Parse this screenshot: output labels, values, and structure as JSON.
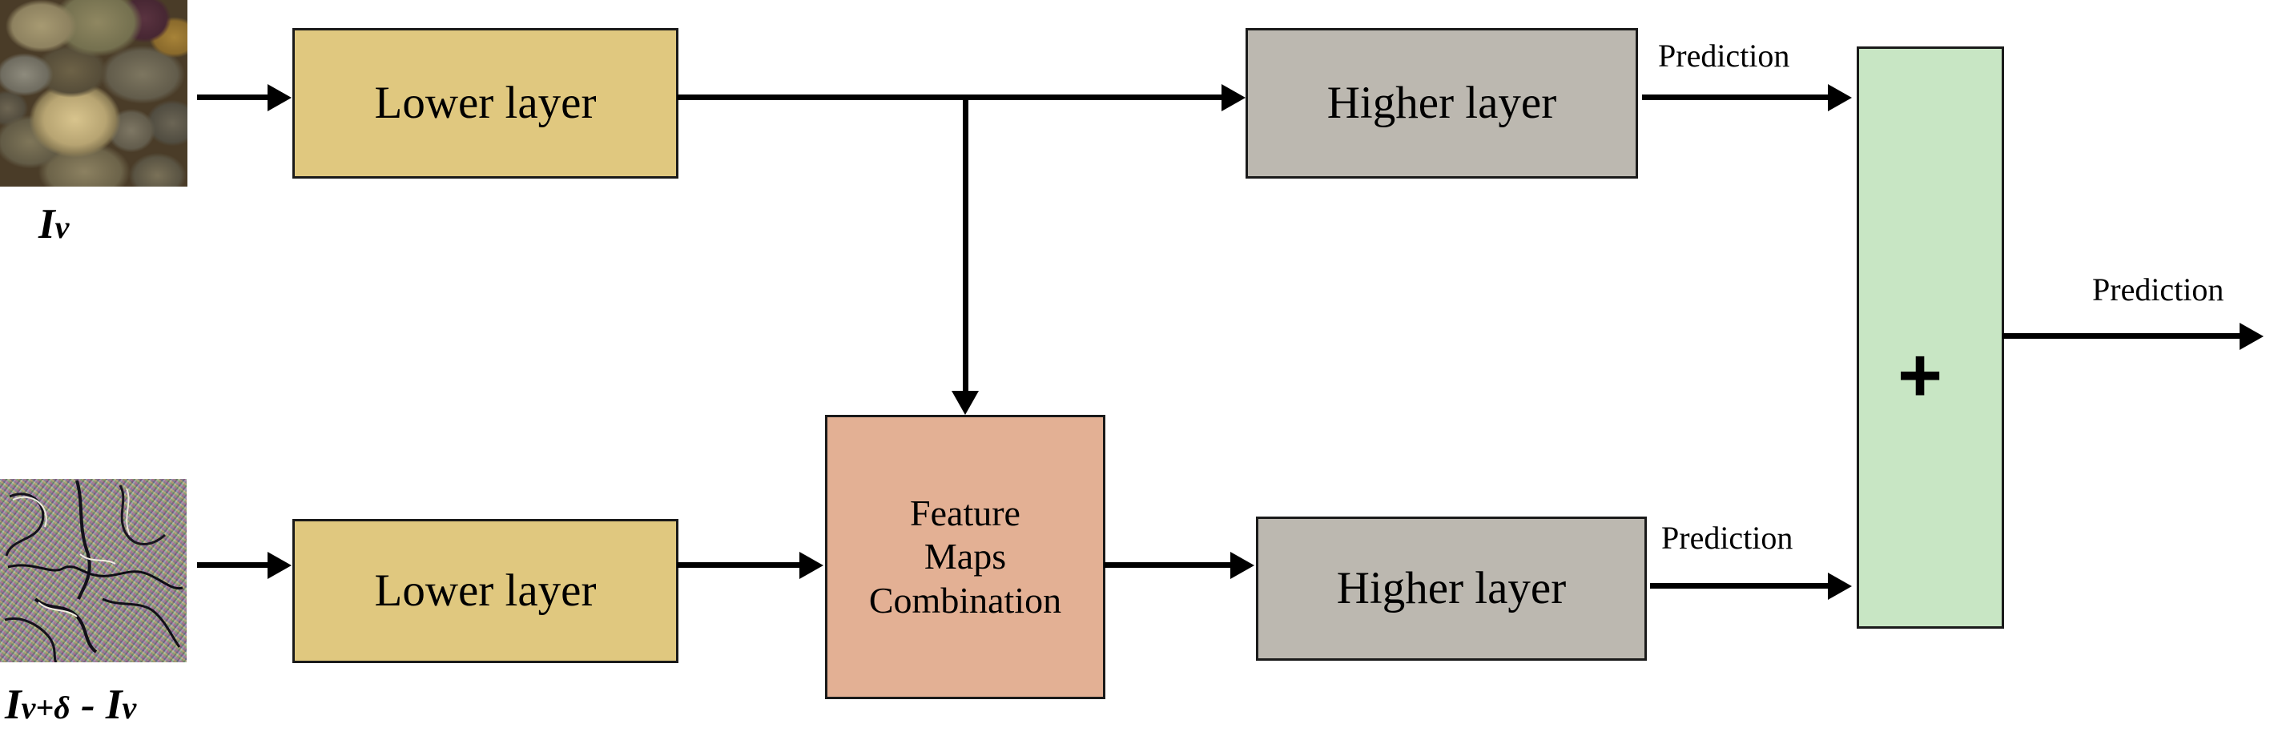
{
  "diagram": {
    "title": "Two-stream lower/higher layer feature maps combination network",
    "colors": {
      "lower_layer_fill": "#e0c87f",
      "higher_layer_fill": "#bcb8b0",
      "combination_fill": "#e3b094",
      "sum_fill": "#c8e6c4",
      "stroke": "#1a1a1a",
      "background": "#ffffff"
    },
    "inputs": [
      {
        "id": "clean-image",
        "icon": "pebbles-photo-thumbnail",
        "caption_main": "I",
        "caption_sub": "v"
      },
      {
        "id": "perturbation-image",
        "icon": "adversarial-noise-thumbnail",
        "caption_main_1": "I",
        "caption_sub_1": "v+δ",
        "caption_op": " - ",
        "caption_main_2": "I",
        "caption_sub_2": "v"
      }
    ],
    "nodes": {
      "lower_layer_top": "Lower layer",
      "lower_layer_bottom": "Lower layer",
      "higher_layer_top": "Higher layer",
      "higher_layer_bottom": "Higher layer",
      "combination_line_1": "Feature",
      "combination_line_2": "Maps",
      "combination_line_3": "Combination",
      "sum_symbol": "+"
    },
    "edge_labels": {
      "prediction_top": "Prediction",
      "prediction_bottom": "Prediction",
      "prediction_output": "Prediction"
    }
  }
}
